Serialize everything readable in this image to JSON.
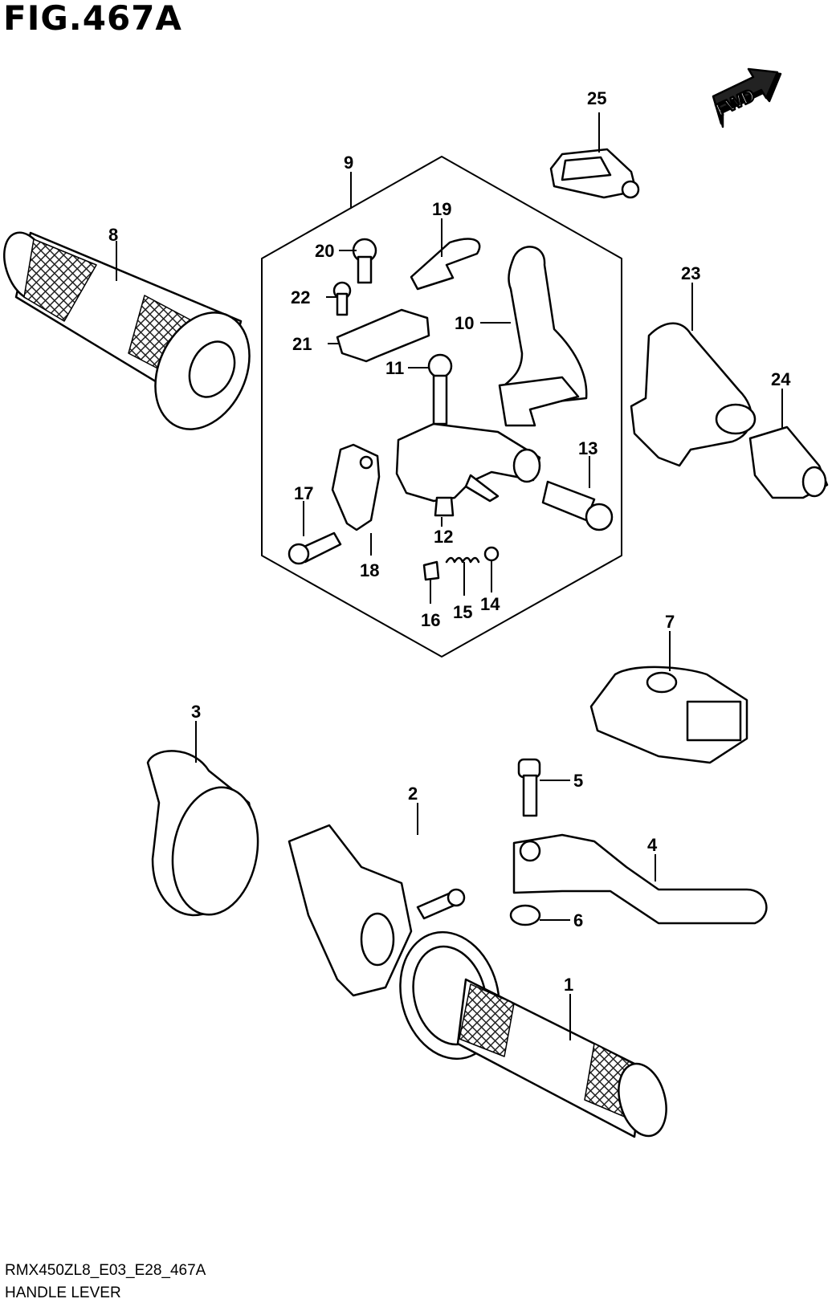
{
  "figure": {
    "title": "FIG.467A",
    "code": "RMX450ZL8_E03_E28_467A",
    "name": "HANDLE LEVER",
    "direction_label": "FWD"
  },
  "callouts": {
    "c1": "1",
    "c2": "2",
    "c3": "3",
    "c4": "4",
    "c5": "5",
    "c6": "6",
    "c7": "7",
    "c8": "8",
    "c9": "9",
    "c10": "10",
    "c11": "11",
    "c12": "12",
    "c13": "13",
    "c14": "14",
    "c15": "15",
    "c16": "16",
    "c17": "17",
    "c18": "18",
    "c19": "19",
    "c20": "20",
    "c21": "21",
    "c22": "22",
    "c23": "23",
    "c24": "24",
    "c25": "25"
  },
  "colors": {
    "line": "#000000",
    "background": "#ffffff",
    "knurl": "#333333"
  }
}
